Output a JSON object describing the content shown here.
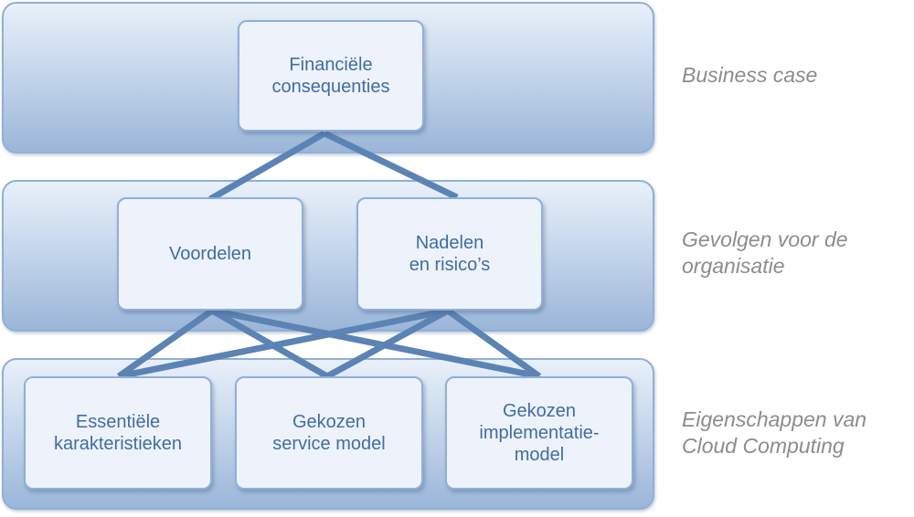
{
  "layers": [
    {
      "label": "Business case"
    },
    {
      "label": "Gevolgen voor de\norganisatie"
    },
    {
      "label": "Eigenschappen van\nCloud Computing"
    }
  ],
  "nodes": {
    "financial": "Financiële\nconsequenties",
    "advantages": "Voordelen",
    "disadvantages": "Nadelen\nen risico’s",
    "essential": "Essentiële\nkarakteristieken",
    "service": "Gekozen\nservice model",
    "deployment": "Gekozen\nimplementatie-\nmodel"
  },
  "colors": {
    "line": "#5b83b4",
    "text": "#3f6ea3",
    "label": "#8c8c8c",
    "band_border": "#8fb0d8"
  }
}
